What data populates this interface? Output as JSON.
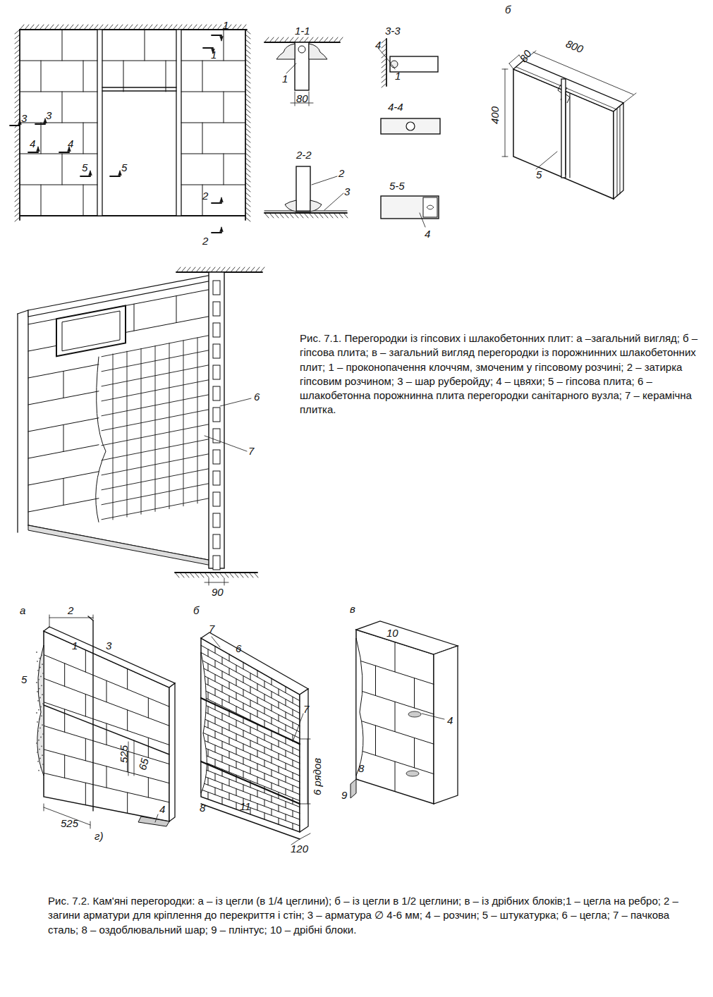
{
  "diagram": {
    "labels": [
      "1",
      "1",
      "3",
      "3",
      "4",
      "4",
      "5",
      "5",
      "2",
      "2",
      "1-1",
      "1",
      "80",
      "3-3",
      "4",
      "1",
      "4-4",
      "2-2",
      "2",
      "3",
      "5-5",
      "4",
      "б",
      "80",
      "800",
      "400",
      "5",
      "6",
      "7",
      "90",
      "Рис. 7.1. Перегородки із гіпсових і шлакобетонних плит: а –загальний вигляд; б – гіпсова плита; в – загальний вигляд перегородки із порожнинних шлакобетонних плит; 1 – проконопачення клоччям, змоченим у гіпсовому розчині; 2 – затирка гіпсовим розчином; 3 – шар руберойду; 4 – цвяхи; 5 – гіпсова плита; 6 – шлакобетонна порожнинна плита перегородки санітарного вузла; 7 – керамічна плитка.",
      "а",
      "б",
      "в",
      "2",
      "1",
      "3",
      "5",
      "525",
      "65",
      "525",
      "4",
      "г)",
      "7",
      "6",
      "7",
      "6 рядов",
      "8",
      "11",
      "120",
      "10",
      "4",
      "8",
      "9",
      "Рис. 7.2. Кам'яні перегородки: а – із цегли (в 1/4 цеглини); б – із цегли в 1/2 цеглини; в – із дрібних блоків;1 – цегла на ребро; 2 – загини арматури для кріплення до перекриття і стін; 3 – арматура ∅ 4-6 мм; 4 – розчин; 5 – штукатурка; 6 – цегла; 7 – пачкова сталь; 8 – оздоблювальний шар; 9 – плінтус; 10 – дрібні блоки."
    ]
  }
}
